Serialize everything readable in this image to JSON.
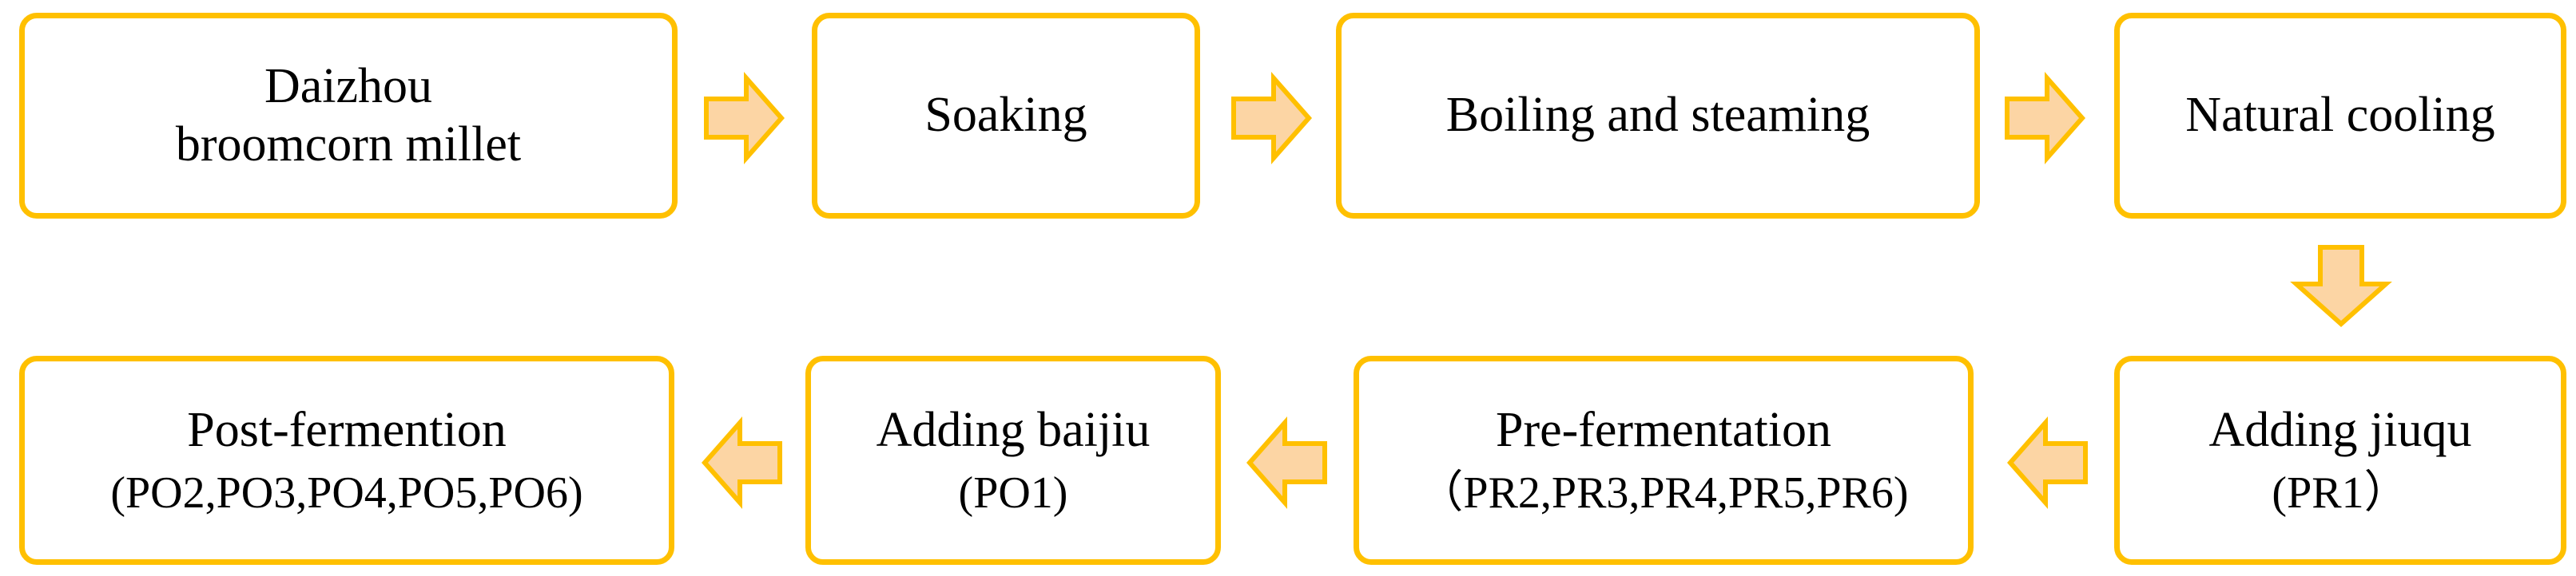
{
  "colors": {
    "border": "#FFC000",
    "arrow_fill": "#FCD5A4",
    "arrow_stroke": "#FFC000",
    "text": "#000000"
  },
  "row1": {
    "box1": {
      "line1": "Daizhou",
      "line2": "broomcorn millet"
    },
    "box2": {
      "label": "Soaking"
    },
    "box3": {
      "label": "Boiling and steaming"
    },
    "box4": {
      "label": "Natural cooling"
    }
  },
  "row2": {
    "box5": {
      "label": "Adding jiuqu",
      "sub": "(PR1）"
    },
    "box6": {
      "label": "Pre-fermentation",
      "sub": "（PR2,PR3,PR4,PR5,PR6)"
    },
    "box7": {
      "label": "Adding baijiu",
      "sub": "(PO1)"
    },
    "box8": {
      "label": "Post-fermention",
      "sub": "(PO2,PO3,PO4,PO5,PO6)"
    }
  },
  "arrows": [
    {
      "from": "Daizhou broomcorn millet",
      "to": "Soaking",
      "direction": "right",
      "icon": "arrow-right-icon"
    },
    {
      "from": "Soaking",
      "to": "Boiling and steaming",
      "direction": "right",
      "icon": "arrow-right-icon"
    },
    {
      "from": "Boiling and steaming",
      "to": "Natural cooling",
      "direction": "right",
      "icon": "arrow-right-icon"
    },
    {
      "from": "Natural cooling",
      "to": "Adding jiuqu",
      "direction": "down",
      "icon": "arrow-down-icon"
    },
    {
      "from": "Adding jiuqu",
      "to": "Pre-fermentation",
      "direction": "left",
      "icon": "arrow-left-icon"
    },
    {
      "from": "Pre-fermentation",
      "to": "Adding baijiu",
      "direction": "left",
      "icon": "arrow-left-icon"
    },
    {
      "from": "Adding baijiu",
      "to": "Post-fermention",
      "direction": "left",
      "icon": "arrow-left-icon"
    }
  ]
}
